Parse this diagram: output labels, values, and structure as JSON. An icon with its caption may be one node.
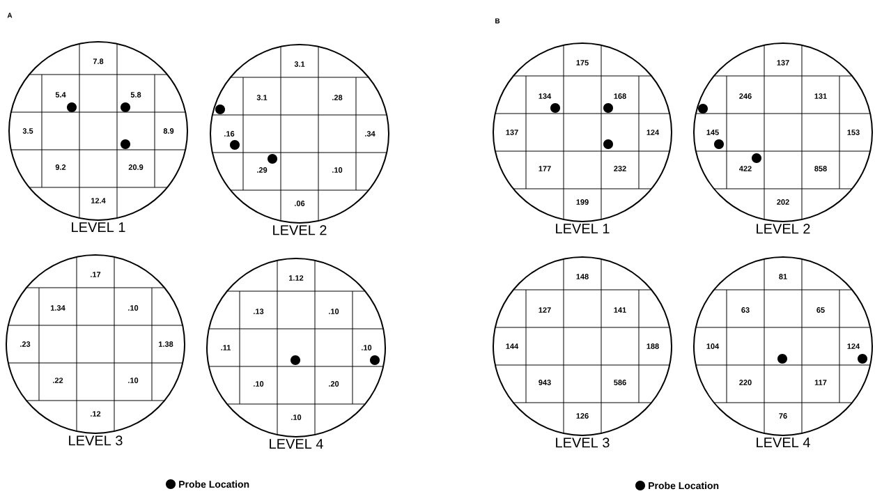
{
  "diagram": {
    "nodes": [
      {
        "text": [
          "LEVEL 1"
        ]
      },
      {
        "text": [
          "7.8"
        ],
        "in": 0
      },
      {
        "text": [
          "5.4"
        ],
        "in": 0
      },
      {
        "text": [
          "5.8"
        ],
        "in": 0
      },
      {
        "text": [
          "3.5"
        ],
        "in": 0
      },
      {
        "text": [
          "8.9"
        ],
        "in": 0
      },
      {
        "text": [
          "9.2"
        ],
        "in": 0
      },
      {
        "text": [
          "20.9"
        ],
        "in": 0
      },
      {
        "text": [
          "12.4"
        ],
        "in": 0
      },
      {
        "text": [
          "LEVEL 2"
        ]
      },
      {
        "text": [
          "3.1"
        ],
        "in": 9
      },
      {
        "text": [
          "3.1"
        ],
        "in": 9
      },
      {
        "text": [
          ".28"
        ],
        "in": 9
      },
      {
        "text": [
          ".16"
        ],
        "in": 9
      },
      {
        "text": [
          ".34"
        ],
        "in": 9
      },
      {
        "text": [
          ".29"
        ],
        "in": 9
      },
      {
        "text": [
          ".10"
        ],
        "in": 9
      },
      {
        "text": [
          ".06"
        ],
        "in": 9
      },
      {
        "text": [
          "LEVEL 3"
        ]
      },
      {
        "text": [
          ".17"
        ],
        "in": 18
      },
      {
        "text": [
          "1.34"
        ],
        "in": 18
      },
      {
        "text": [
          ".10"
        ],
        "in": 18
      },
      {
        "text": [
          ".23"
        ],
        "in": 18
      },
      {
        "text": [
          "1.38"
        ],
        "in": 18
      },
      {
        "text": [
          ".22"
        ],
        "in": 18
      },
      {
        "text": [
          ".10"
        ],
        "in": 18
      },
      {
        "text": [
          ".12"
        ],
        "in": 18
      },
      {
        "text": [
          "LEVEL 4"
        ]
      },
      {
        "text": [
          "1.12"
        ],
        "in": 27
      },
      {
        "text": [
          ".13"
        ],
        "in": 27
      },
      {
        "text": [
          ".10"
        ],
        "in": 27
      },
      {
        "text": [
          ".11"
        ],
        "in": 27
      },
      {
        "text": [
          ".10"
        ],
        "in": 27
      },
      {
        "text": [
          ".10"
        ],
        "in": 27
      },
      {
        "text": [
          ".20"
        ],
        "in": 27
      },
      {
        "text": [
          ".10"
        ],
        "in": 27
      },
      {
        "text": [
          "LEVEL 1"
        ]
      },
      {
        "text": [
          "175"
        ],
        "in": 36
      },
      {
        "text": [
          "134"
        ],
        "in": 36
      },
      {
        "text": [
          "168"
        ],
        "in": 36
      },
      {
        "text": [
          "137"
        ],
        "in": 36
      },
      {
        "text": [
          "124"
        ],
        "in": 36
      },
      {
        "text": [
          "177"
        ],
        "in": 36
      },
      {
        "text": [
          "232"
        ],
        "in": 36
      },
      {
        "text": [
          "199"
        ],
        "in": 36
      },
      {
        "text": [
          "LEVEL 2"
        ]
      },
      {
        "text": [
          "137"
        ],
        "in": 45
      },
      {
        "text": [
          "246"
        ],
        "in": 45
      },
      {
        "text": [
          "131"
        ],
        "in": 45
      },
      {
        "text": [
          "145"
        ],
        "in": 45
      },
      {
        "text": [
          "153"
        ],
        "in": 45
      },
      {
        "text": [
          "422"
        ],
        "in": 45
      },
      {
        "text": [
          "858"
        ],
        "in": 45
      },
      {
        "text": [
          "202"
        ],
        "in": 45
      },
      {
        "text": [
          "LEVEL 3"
        ]
      },
      {
        "text": [
          "148"
        ],
        "in": 54
      },
      {
        "text": [
          "127"
        ],
        "in": 54
      },
      {
        "text": [
          "141"
        ],
        "in": 54
      },
      {
        "text": [
          "144"
        ],
        "in": 54
      },
      {
        "text": [
          "188"
        ],
        "in": 54
      },
      {
        "text": [
          "943"
        ],
        "in": 54
      },
      {
        "text": [
          "586"
        ],
        "in": 54
      },
      {
        "text": [
          "126"
        ],
        "in": 54
      },
      {
        "text": [
          "LEVEL 4"
        ]
      },
      {
        "text": [
          "81"
        ],
        "in": 63
      },
      {
        "text": [
          "63"
        ],
        "in": 63
      },
      {
        "text": [
          "65"
        ],
        "in": 63
      },
      {
        "text": [
          "104"
        ],
        "in": 63
      },
      {
        "text": [
          "124"
        ],
        "in": 63
      },
      {
        "text": [
          "220"
        ],
        "in": 63
      },
      {
        "text": [
          "117"
        ],
        "in": 63
      },
      {
        "text": [
          "76"
        ],
        "in": 63
      }
    ],
    "labels": [
      "A",
      "B"
    ],
    "legend": [
      {
        "text": "Probe Location"
      },
      {
        "text": "Probe Location"
      }
    ]
  }
}
